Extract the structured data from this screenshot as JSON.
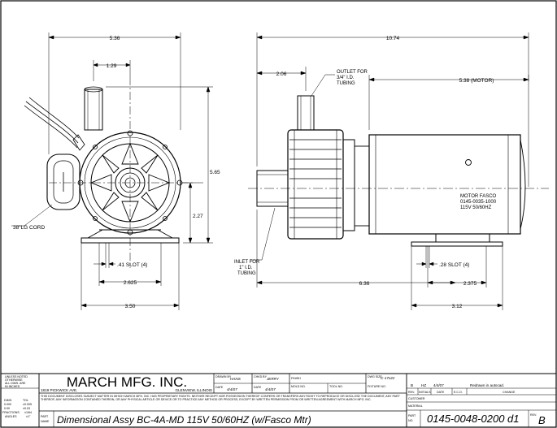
{
  "dimensions": {
    "top_width_pump": "5.36",
    "outlet_offset": "1.29",
    "height": "5.65",
    "shaft_height": "2.27",
    "slot_front": ".41 SLOT (4)",
    "base_inner_front": "2.625",
    "base_outer_front": "3.50",
    "overall_length": "10.74",
    "outlet_from_face": "2.06",
    "motor_length": "5.38 (MOTOR)",
    "slot_side": ".28 SLOT (4)",
    "inlet_to_base": "6.36",
    "base_inner_side": "2.375",
    "base_outer_side": "3.12"
  },
  "notes": {
    "cord": "38\"LG CORD",
    "outlet": [
      "OUTLET FOR",
      "3/4\" I.D.",
      "TUBING"
    ],
    "inlet": [
      "INLET FOR",
      "1\" I.D.",
      "TUBING"
    ],
    "motor": [
      "MOTOR FASCO",
      "0145-0035-1000",
      "115V 50/60HZ"
    ]
  },
  "title_block": {
    "tolerance_header": [
      "UNLESS NOTED",
      "OTHERWISE",
      "ALL DIMS. ARE",
      "IN INCHES"
    ],
    "tolerance_rows": [
      [
        "DIMS.",
        "TOL"
      ],
      [
        "0.000",
        "±0.005"
      ],
      [
        "0.00",
        "±0.03"
      ],
      [
        "FRACTIONS",
        "±1/64"
      ],
      [
        "ANGLES",
        "±1°"
      ]
    ],
    "company": "MARCH MFG. INC.",
    "address": "1819 PICKWICK AVE.",
    "city": "GLENVIEW, ILLINOIS",
    "drawn_by_label": "DRAWN BY",
    "drawn_by": "HANS",
    "chkd_by_label": "CHKD BY",
    "chkd_by": "JERRY",
    "date_label": "DATE",
    "drawn_date": "4/4/07",
    "chkd_date": "4/4/07",
    "finish_label": "FINISH",
    "mold_label": "MOLD NO.",
    "tool_label": "TOOL NO.",
    "fixture_label": "FIXTURE NO.",
    "dwg_size_label": "DWG SIZE",
    "dwg_size": "C-17x22",
    "disclaimer": "THIS DOCUMENT DISCLOSES SUBJECT MATTER IN WHICH MARCH MFG. INC. HAS PROPRIETARY RIGHTS. NEITHER RECEIPT NOR POSSESSION THEREOF CONFERS OR TRANSFERS ANY RIGHT TO REPRODUCE OR DISCLOSE THE DOCUMENT, ANY PART THEREOF, ANY INFORMATION CONTAINED THEREIN, OR ANY PHYSICAL ARTICLE OR DEVICE OR TO PRACTICE ANY METHOD OR PROCESS, EXCEPT BY WRITTEN PERMISSION FROM OR WRITTEN AGREEMENT WITH MARCH MFG. INC.",
    "part_name_label": "PART NAME",
    "part_name": "Dimensional Assy BC-4A-MD 115V 50/60HZ (w/Fasco Mtr)",
    "rev_row": [
      "B",
      "HZ",
      "4/4/07",
      "",
      "Redrawn in autocad."
    ],
    "rev_headers": [
      "REV.",
      "INITIALS",
      "DATE",
      "E.C.O.",
      "CHANGE"
    ],
    "customer_label": "CUSTOMER",
    "material_label": "MATERIAL",
    "part_no_label": "PART NO.",
    "part_no": "0145-0048-0200 d1",
    "rev_label": "REV.",
    "rev": "B"
  }
}
